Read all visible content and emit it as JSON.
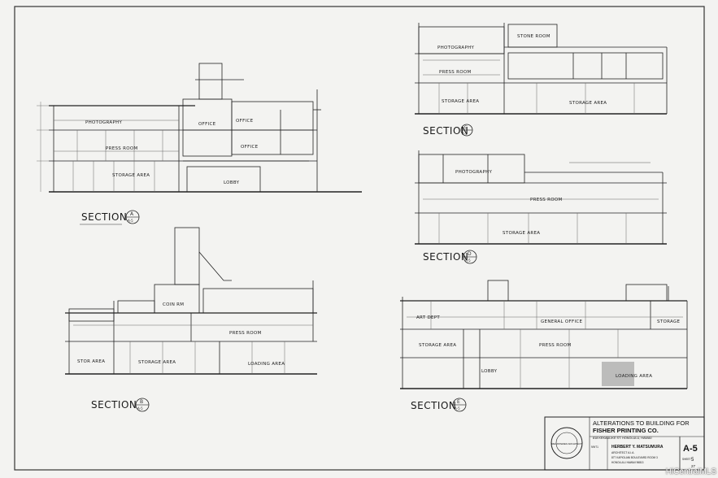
{
  "sections": {
    "a": {
      "word": "SECTION",
      "letter": "A",
      "sheet": "A-5"
    },
    "b": {
      "word": "SECTION",
      "letter": "B",
      "sheet": "A-5"
    },
    "c": {
      "word": "SECTION",
      "letter": "C",
      "sheet": "A-5"
    },
    "d": {
      "word": "SECTION",
      "letter": "D",
      "sheet": "A-5"
    },
    "e": {
      "word": "SECTION",
      "letter": "E",
      "sheet": "A-5"
    }
  },
  "rooms": {
    "a_photography": "PHOTOGRAPHY",
    "a_press_room": "PRESS ROOM",
    "a_storage_area": "STORAGE AREA",
    "a_office_upper": "OFFICE",
    "a_office_upper2": "OFFICE",
    "a_office_lower": "OFFICE",
    "a_lobby": "LOBBY",
    "b_press_room": "PRESS ROOM",
    "b_storage_area": "STORAGE AREA",
    "b_stor_area": "STOR AREA",
    "b_loading_area": "LOADING AREA",
    "b_coin_rm": "COIN RM",
    "c_photography": "PHOTOGRAPHY",
    "c_stone_room": "STONE ROOM",
    "c_press_room": "PRESS ROOM",
    "c_storage_area_left": "STORAGE AREA",
    "c_storage_area_right": "STORAGE AREA",
    "d_photography": "PHOTOGRAPHY",
    "d_press_room": "PRESS ROOM",
    "d_storage_area": "STORAGE AREA",
    "e_art_dept": "ART DEPT",
    "e_general_office": "GENERAL OFFICE",
    "e_storage": "STORAGE",
    "e_storage_area": "STORAGE AREA",
    "e_press_room": "PRESS ROOM",
    "e_loading_area": "LOADING AREA",
    "e_lobby": "LOBBY"
  },
  "title_block": {
    "title_line1": "ALTERATIONS TO BUILDING FOR",
    "title_line2": "FISHER PRINTING CO.",
    "address": "818 KEKAULIKE ST. HONOLULU, HAWAII",
    "architect_name": "HERBERT Y. MATSUMURA",
    "architect_title": "ARCHITECT A.I.A.",
    "architect_address": "877 KAPIOLANI BOULEVARD ROOM 3",
    "architect_city": "HONOLULU HAWAII 96813",
    "sheet_number": "A-5",
    "sheet_label": "SHEET",
    "sheet_index": "5",
    "sheet_total": "27",
    "dates": "9/9/71",
    "seal_text": "REGISTERED ARCHITECT"
  },
  "watermark": "HiCentralMLS"
}
